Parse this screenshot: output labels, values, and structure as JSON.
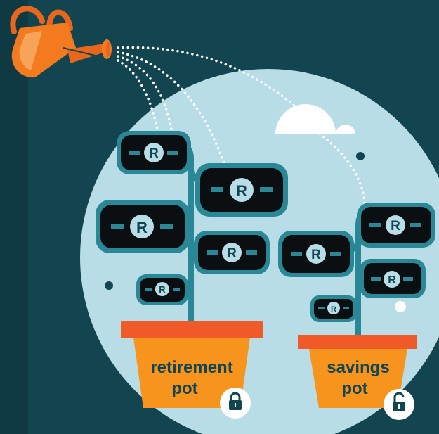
{
  "currency_symbol": "R",
  "pots": {
    "retirement": {
      "line1": "retirement",
      "line2": "pot",
      "lock_state": "locked",
      "lock_icon": "padlock-closed-icon"
    },
    "savings": {
      "line1": "savings",
      "line2": "pot",
      "lock_state": "unlocked",
      "lock_icon": "padlock-open-icon"
    }
  },
  "colors": {
    "background": "#134550",
    "circle": "#b9dde6",
    "pot_rim": "#ef5a28",
    "pot_body": "#f7941d",
    "stem": "#2a8796",
    "note_dark": "#0c0f12",
    "note_frame": "#2a8796",
    "can_orange": "#f47a20",
    "water_dots": "#ffffff"
  },
  "decor": {
    "watering_can_icon": "watering-can-icon",
    "cloud_icon": "cloud-icon"
  }
}
